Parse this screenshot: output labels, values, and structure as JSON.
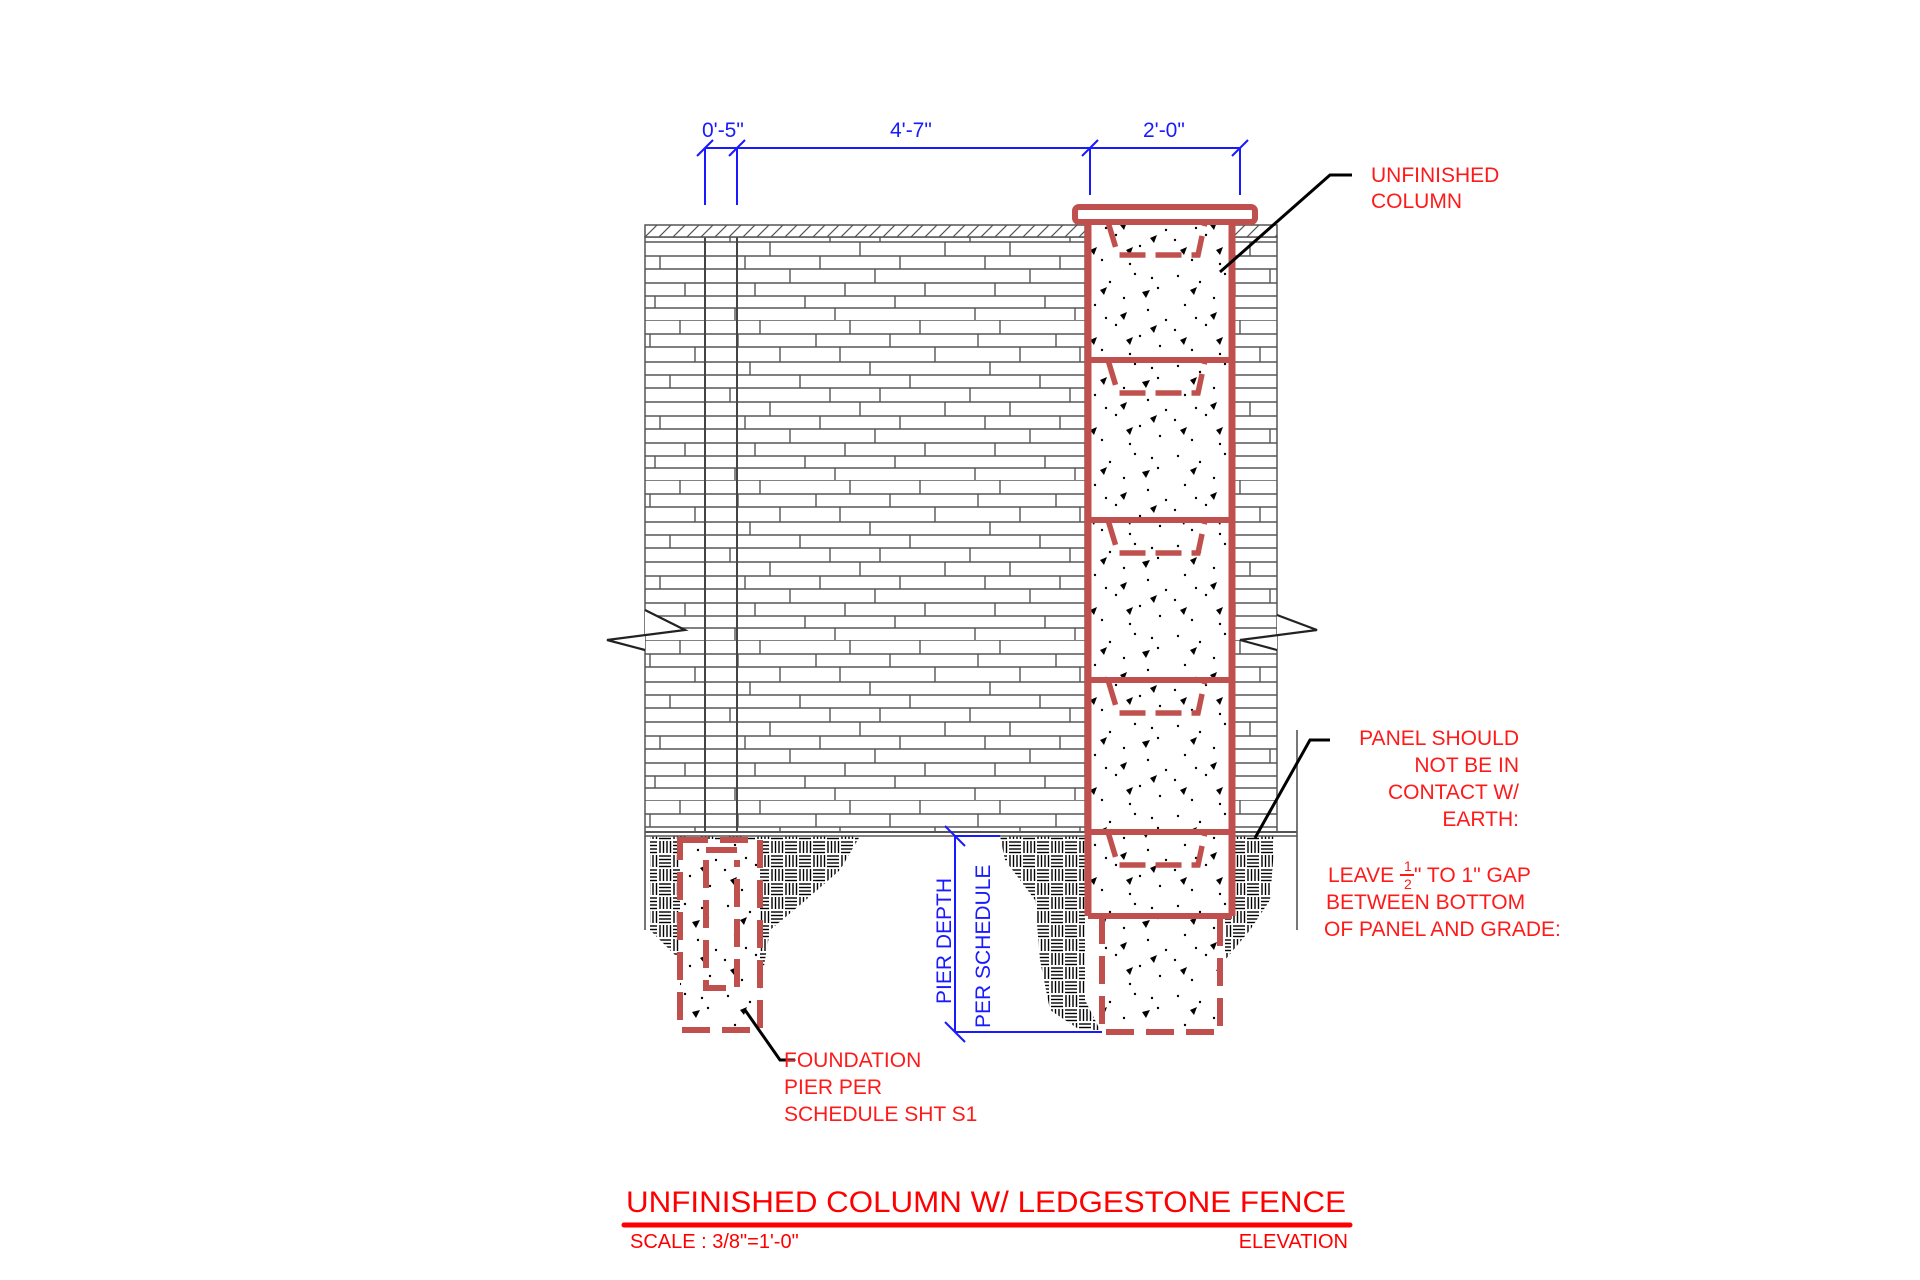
{
  "drawing": {
    "title": "UNFINISHED COLUMN W/ LEDGESTONE FENCE",
    "scale_label": "SCALE : 3/8\"=1'-0\"",
    "view_label": "ELEVATION"
  },
  "dimensions": {
    "post_offset": "0'-5\"",
    "panel_width": "4'-7\"",
    "column_width": "2'-0\"",
    "pier_depth_line1": "PIER DEPTH",
    "pier_depth_line2": "PER SCHEDULE"
  },
  "notes": {
    "column": [
      "UNFINISHED",
      "COLUMN"
    ],
    "panel": [
      "PANEL SHOULD",
      "NOT BE IN",
      "CONTACT W/",
      "EARTH:"
    ],
    "gap": {
      "line1_prefix": "LEAVE",
      "fraction_num": "1",
      "fraction_den": "2",
      "line1_suffix": "\" TO 1\" GAP",
      "line2": "BETWEEN BOTTOM",
      "line3": "OF PANEL AND GRADE:"
    },
    "foundation": [
      "FOUNDATION",
      "PIER PER",
      "SCHEDULE SHT S1"
    ]
  },
  "colors": {
    "dimension": "#1a1aff",
    "note": "#ff1a1a",
    "concrete_outline": "#c0504d",
    "linework": "#000000",
    "stone": "#555555"
  }
}
